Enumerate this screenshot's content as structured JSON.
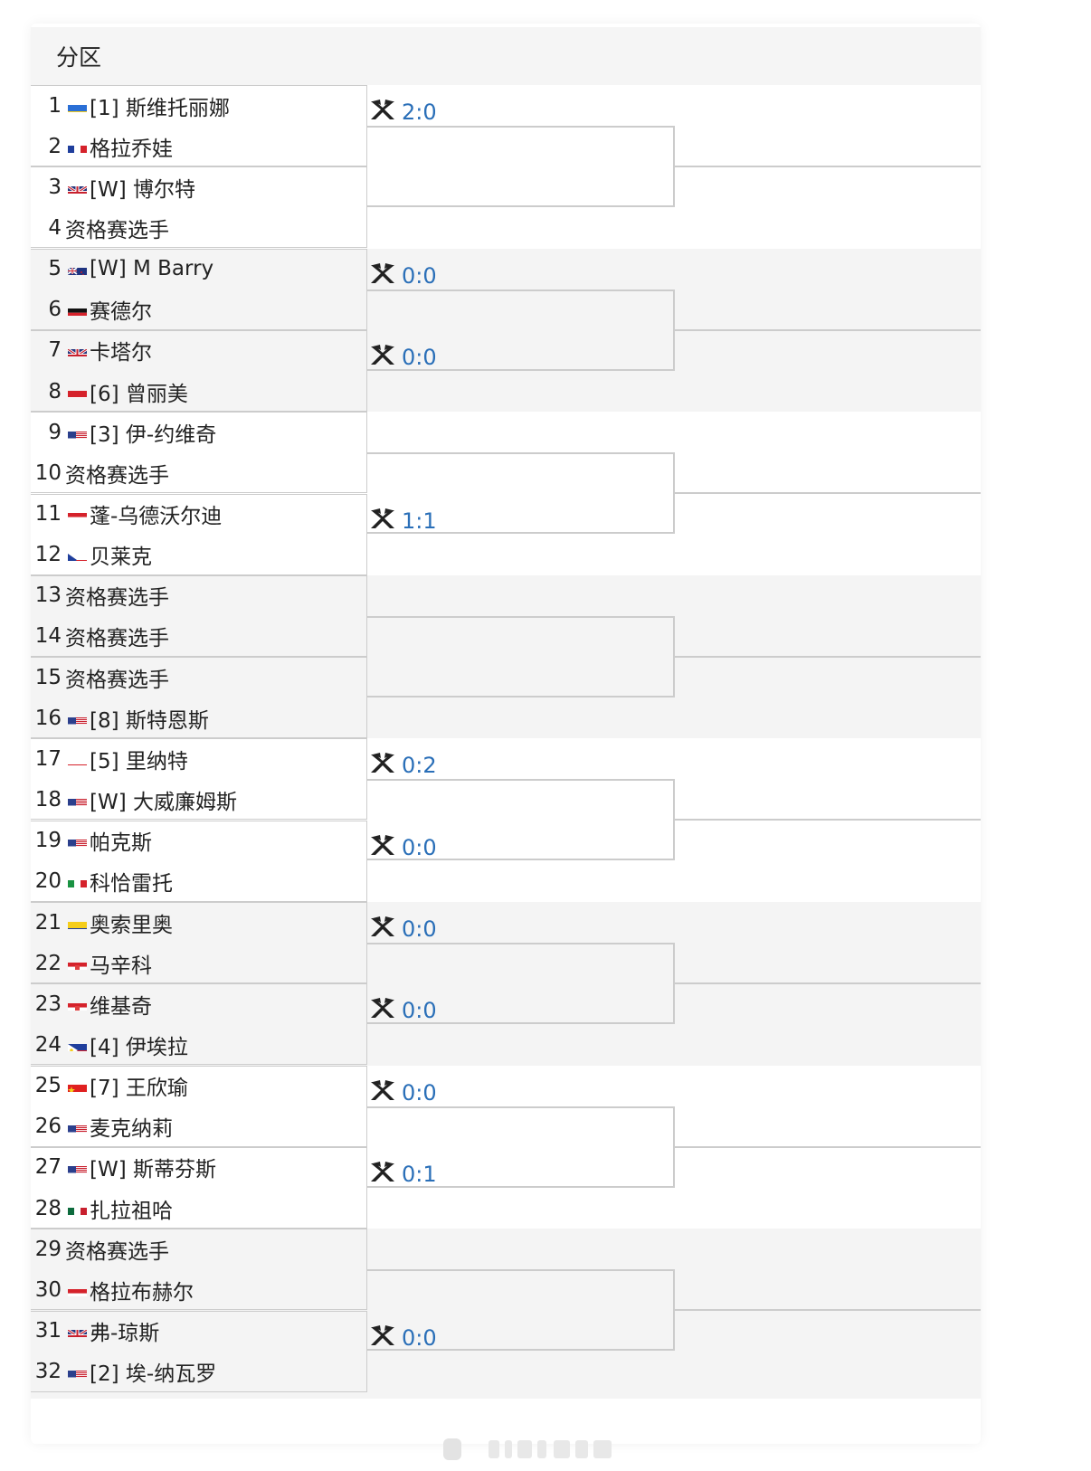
{
  "header": {
    "title": "分区"
  },
  "players": [
    {
      "seed": "1",
      "flag": "UA",
      "name": "[1] 斯维托丽娜"
    },
    {
      "seed": "2",
      "flag": "FR",
      "name": " 格拉乔娃"
    },
    {
      "seed": "3",
      "flag": "GB",
      "name": "[W] 博尔特"
    },
    {
      "seed": "4",
      "flag": "",
      "name": "资格赛选手"
    },
    {
      "seed": "5",
      "flag": "NZ",
      "name": "[W] M Barry"
    },
    {
      "seed": "6",
      "flag": "DE",
      "name": " 赛德尔"
    },
    {
      "seed": "7",
      "flag": "GB",
      "name": " 卡塔尔"
    },
    {
      "seed": "8",
      "flag": "ID",
      "name": "[6] 曾丽美"
    },
    {
      "seed": "9",
      "flag": "US",
      "name": "[3] 伊-约维奇"
    },
    {
      "seed": "10",
      "flag": "",
      "name": "资格赛选手"
    },
    {
      "seed": "11",
      "flag": "HU",
      "name": " 蓬-乌德沃尔迪"
    },
    {
      "seed": "12",
      "flag": "CZ",
      "name": " 贝莱克"
    },
    {
      "seed": "13",
      "flag": "",
      "name": "资格赛选手"
    },
    {
      "seed": "14",
      "flag": "",
      "name": "资格赛选手"
    },
    {
      "seed": "15",
      "flag": "",
      "name": "资格赛选手"
    },
    {
      "seed": "16",
      "flag": "US",
      "name": "[8] 斯特恩斯"
    },
    {
      "seed": "17",
      "flag": "PL",
      "name": "[5] 里纳特"
    },
    {
      "seed": "18",
      "flag": "US",
      "name": "[W] 大威廉姆斯"
    },
    {
      "seed": "19",
      "flag": "US",
      "name": " 帕克斯"
    },
    {
      "seed": "20",
      "flag": "IT",
      "name": " 科恰雷托"
    },
    {
      "seed": "21",
      "flag": "CO",
      "name": " 奥索里奥"
    },
    {
      "seed": "22",
      "flag": "HR",
      "name": " 马辛科"
    },
    {
      "seed": "23",
      "flag": "HR",
      "name": " 维基奇"
    },
    {
      "seed": "24",
      "flag": "PH",
      "name": "[4] 伊埃拉"
    },
    {
      "seed": "25",
      "flag": "CN",
      "name": "[7] 王欣瑜"
    },
    {
      "seed": "26",
      "flag": "US",
      "name": " 麦克纳莉"
    },
    {
      "seed": "27",
      "flag": "US",
      "name": "[W] 斯蒂芬斯"
    },
    {
      "seed": "28",
      "flag": "MX",
      "name": " 扎拉祖哈"
    },
    {
      "seed": "29",
      "flag": "",
      "name": "资格赛选手"
    },
    {
      "seed": "30",
      "flag": "AT",
      "name": " 格拉布赫尔"
    },
    {
      "seed": "31",
      "flag": "GB",
      "name": " 弗-琼斯"
    },
    {
      "seed": "32",
      "flag": "US",
      "name": "[2] 埃-纳瓦罗"
    }
  ],
  "head_to_head": [
    {
      "pair": 0,
      "score": "2:0"
    },
    {
      "pair": 2,
      "score": "0:0"
    },
    {
      "pair": 3,
      "score": "0:0"
    },
    {
      "pair": 5,
      "score": "1:1"
    },
    {
      "pair": 8,
      "score": "0:2"
    },
    {
      "pair": 9,
      "score": "0:0"
    },
    {
      "pair": 10,
      "score": "0:0"
    },
    {
      "pair": 11,
      "score": "0:0"
    },
    {
      "pair": 12,
      "score": "0:0"
    },
    {
      "pair": 13,
      "score": "0:1"
    },
    {
      "pair": 15,
      "score": "0:0"
    }
  ],
  "icons": {
    "h2h": "head-to-head-icon"
  },
  "colors": {
    "score": "#2a6fb8",
    "line": "#cccccc",
    "band_alt": "#f4f4f4"
  }
}
